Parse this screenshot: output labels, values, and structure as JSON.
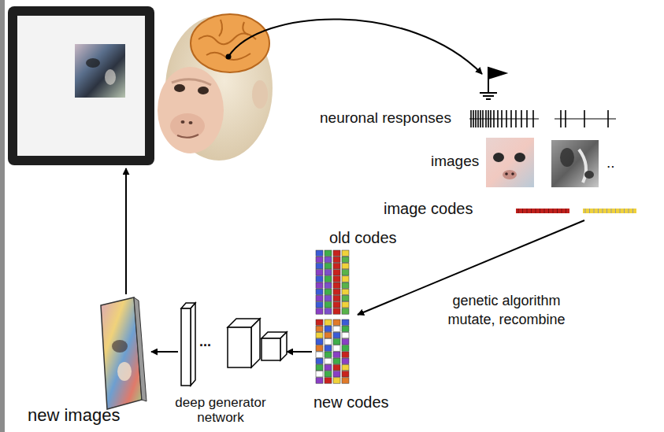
{
  "diagram": {
    "labels": [
      "neuronal responses",
      "images",
      "..",
      "image codes",
      "old codes",
      "genetic algorithm mutate, recombine",
      "new codes",
      "...",
      "deep generator network",
      "new images"
    ]
  }
}
